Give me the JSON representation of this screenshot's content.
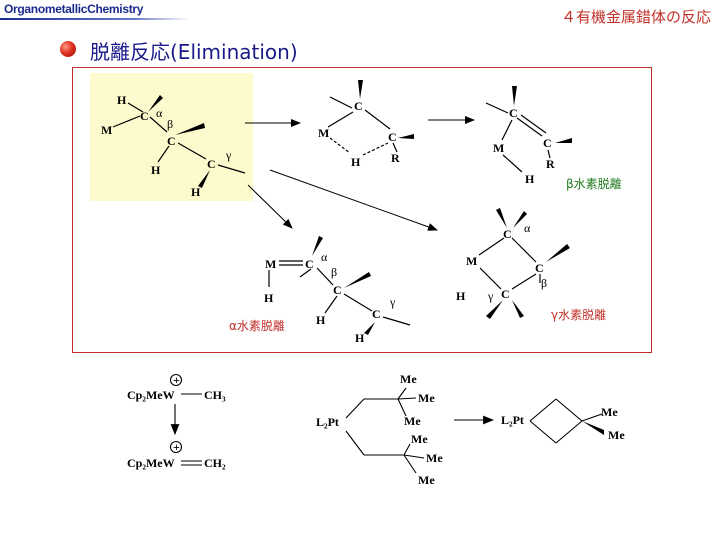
{
  "header": {
    "course": "OrganometallicChemistry",
    "chapter": "４有機金属錯体の反応"
  },
  "slide": {
    "title": "脱離反応(Elimination)"
  },
  "labels": {
    "beta_elim": "β水素脱離",
    "alpha_elim": "α水素脱離",
    "gamma_elim": "γ水素脱離"
  },
  "atoms": {
    "H": "H",
    "M": "M",
    "C": "C",
    "R": "R",
    "alpha": "α",
    "beta": "β",
    "gamma": "γ",
    "plus": "+",
    "cp2mew": "Cp₂MeW",
    "ch3": "CH₃",
    "ch2": "CH₂",
    "l2pt": "L₂Pt",
    "me": "Me"
  },
  "colors": {
    "header_blue": "#1a2a8c",
    "header_red": "#c0302a",
    "panel_border": "#c0302a",
    "highlight": "#fdfbce",
    "label_green": "#1f7a1f",
    "label_red": "#c0302a"
  }
}
